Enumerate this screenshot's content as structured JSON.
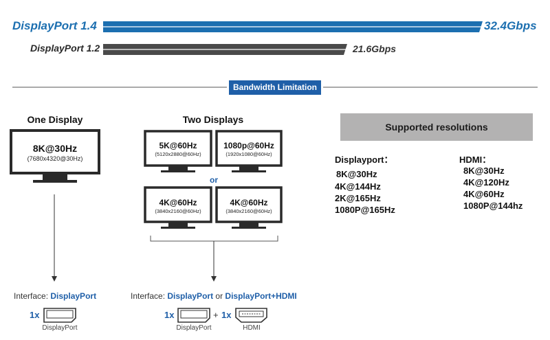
{
  "bandwidth": {
    "dp14": {
      "label": "DisplayPort 1.4",
      "value": "32.4Gbps",
      "color": "#1c6fb0"
    },
    "dp12": {
      "label": "DisplayPort 1.2",
      "value": "21.6Gbps",
      "color": "#4a4a4a"
    },
    "limitation_label": "Bandwidth Limitation"
  },
  "one_display": {
    "title": "One Display",
    "monitor": {
      "main": "8K@30Hz",
      "sub": "(7680x4320@30Hz)"
    },
    "interface_prefix": "Interface: ",
    "interface_port": "DisplayPort",
    "count": "1x",
    "port_label": "DisplayPort"
  },
  "two_displays": {
    "title": "Two Displays",
    "top": [
      {
        "main": "5K@60Hz",
        "sub": "(5120x2880@60Hz)"
      },
      {
        "main": "1080p@60Hz",
        "sub": "(1920x1080@60Hz)"
      }
    ],
    "or": "or",
    "bottom": [
      {
        "main": "4K@60Hz",
        "sub": "(3840x2160@60Hz)"
      },
      {
        "main": "4K@60Hz",
        "sub": "(3840x2160@60Hz)"
      }
    ],
    "interface_prefix": "Interface: ",
    "interface_a": "DisplayPort",
    "interface_or": " or ",
    "interface_b": "DisplayPort+HDMI",
    "count_a": "1x",
    "plus": "+",
    "count_b": "1x",
    "port_a_label": "DisplayPort",
    "port_b_label": "HDMI"
  },
  "supported": {
    "title": "Supported resolutions",
    "displayport": {
      "heading": "Displayport：",
      "items": [
        "8K@30Hz",
        "4K@144Hz",
        "2K@165Hz",
        "1080P@165Hz"
      ]
    },
    "hdmi": {
      "heading": "HDMI：",
      "items": [
        "8K@30Hz",
        "4K@120Hz",
        "4K@60Hz",
        "1080P@144hz"
      ]
    }
  }
}
